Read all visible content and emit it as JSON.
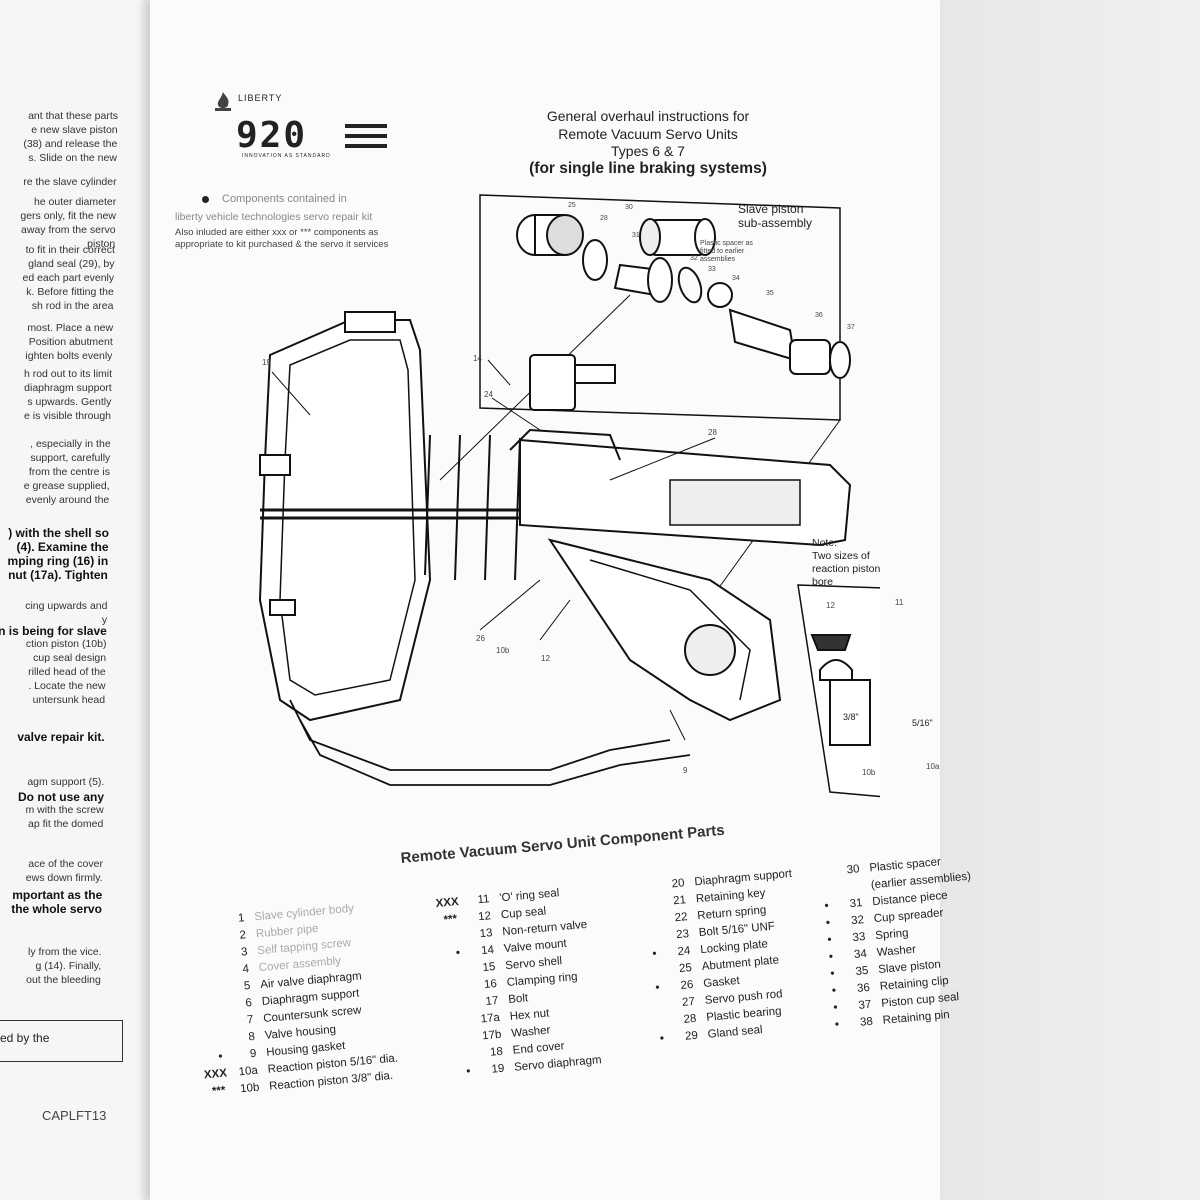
{
  "left_page_fragments": [
    "ant that these parts",
    "e new slave piston",
    "(38) and release the",
    "s.  Slide on the new",
    "re the slave cylinder",
    "he outer diameter",
    "gers only, fit the new",
    "away from the servo",
    "piston",
    "to fit in their correct",
    "gland seal (29), by",
    "ed each part evenly",
    "k.  Before fitting the",
    "sh rod in the area",
    "most.  Place a new",
    "Position abutment",
    "ighten bolts evenly",
    "h rod out to its limit",
    "diaphragm support",
    "s upwards.  Gently",
    "e is visible through",
    ", especially in the",
    "support, carefully",
    "from the centre is",
    "e grease supplied,",
    "evenly around the",
    ") with the shell so",
    "(4).  Examine the",
    "mping ring (16) in",
    "nut (17a).  Tighten",
    "cing upwards and",
    "y",
    "n is being for slave",
    "ction piston (10b)",
    "cup seal design",
    "rilled head of the",
    ".  Locate the new",
    "untersunk head",
    "valve repair kit.",
    "agm support (5).",
    "Do not use any",
    "m with the screw",
    "ap fit the domed",
    "ace of the cover",
    "ews down firmly.",
    "mportant as the",
    "the whole servo",
    "ly from the vice.",
    "g (14).  Finally,",
    "out the bleeding",
    "ed by the"
  ],
  "logo": {
    "brand": "LIBERTY",
    "mark": "920",
    "tagline": "INNOVATION AS STANDARD"
  },
  "title": {
    "line1": "General overhaul instructions for",
    "line2": "Remote Vacuum Servo Units",
    "line3": "Types 6 & 7",
    "line4": "(for single line braking systems)"
  },
  "legend": {
    "line1": "Components contained in",
    "line2": "liberty vehicle technologies servo repair kit",
    "line3": "Also inluded are either xxx or *** components as",
    "line4": "appropriate to kit purchased & the servo it services"
  },
  "subassembly": {
    "label1": "Slave piston",
    "label2": "sub-assembly",
    "spacer_note1": "Plastic spacer as",
    "spacer_note2": "fitted to earlier",
    "spacer_note3": "assemblies"
  },
  "bore_note": {
    "line1": "Note:",
    "line2": "Two sizes of",
    "line3": "reaction piston",
    "line4": "bore",
    "size_a": "3/8\"",
    "size_b": "5/16\""
  },
  "callouts": [
    "25",
    "28",
    "30",
    "31",
    "32",
    "33",
    "34",
    "35",
    "36",
    "37",
    "19",
    "14",
    "24",
    "28",
    "26",
    "10b",
    "12",
    "9",
    "12",
    "11",
    "10b",
    "10a"
  ],
  "parts_title": "Remote Vacuum Servo Unit Component Parts",
  "parts_col1": [
    {
      "mark": "",
      "num": "1",
      "name": "Slave cylinder body"
    },
    {
      "mark": "",
      "num": "2",
      "name": "Rubber pipe"
    },
    {
      "mark": "",
      "num": "3",
      "name": "Self tapping screw"
    },
    {
      "mark": "",
      "num": "4",
      "name": "Cover assembly"
    },
    {
      "mark": "",
      "num": "5",
      "name": "Air valve diaphragm"
    },
    {
      "mark": "",
      "num": "6",
      "name": "Diaphragm support"
    },
    {
      "mark": "",
      "num": "7",
      "name": "Countersunk screw"
    },
    {
      "mark": "",
      "num": "8",
      "name": "Valve housing"
    },
    {
      "mark": "•",
      "num": "9",
      "name": "Housing gasket"
    },
    {
      "mark": "XXX",
      "num": "10a",
      "name": "Reaction piston 5/16\" dia."
    },
    {
      "mark": "***",
      "num": "10b",
      "name": "Reaction piston 3/8\" dia."
    }
  ],
  "parts_col2": [
    {
      "mark": "XXX",
      "num": "11",
      "name": "'O' ring seal"
    },
    {
      "mark": "***",
      "num": "12",
      "name": "Cup seal"
    },
    {
      "mark": "",
      "num": "13",
      "name": "Non-return valve"
    },
    {
      "mark": "•",
      "num": "14",
      "name": "Valve mount"
    },
    {
      "mark": "",
      "num": "15",
      "name": "Servo shell"
    },
    {
      "mark": "",
      "num": "16",
      "name": "Clamping ring"
    },
    {
      "mark": "",
      "num": "17",
      "name": "Bolt"
    },
    {
      "mark": "",
      "num": "17a",
      "name": "Hex nut"
    },
    {
      "mark": "",
      "num": "17b",
      "name": "Washer"
    },
    {
      "mark": "",
      "num": "18",
      "name": "End cover"
    },
    {
      "mark": "•",
      "num": "19",
      "name": "Servo diaphragm"
    }
  ],
  "parts_col3": [
    {
      "mark": "",
      "num": "20",
      "name": "Diaphragm support"
    },
    {
      "mark": "",
      "num": "21",
      "name": "Retaining key"
    },
    {
      "mark": "",
      "num": "22",
      "name": "Return spring"
    },
    {
      "mark": "",
      "num": "23",
      "name": "Bolt 5/16\" UNF"
    },
    {
      "mark": "•",
      "num": "24",
      "name": "Locking plate"
    },
    {
      "mark": "",
      "num": "25",
      "name": "Abutment plate"
    },
    {
      "mark": "•",
      "num": "26",
      "name": "Gasket"
    },
    {
      "mark": "",
      "num": "27",
      "name": "Servo push rod"
    },
    {
      "mark": "",
      "num": "28",
      "name": "Plastic bearing"
    },
    {
      "mark": "•",
      "num": "29",
      "name": "Gland seal"
    }
  ],
  "parts_col4": [
    {
      "mark": "",
      "num": "30",
      "name": "Plastic spacer"
    },
    {
      "mark": "",
      "num": "",
      "name": "(earlier assemblies)"
    },
    {
      "mark": "•",
      "num": "31",
      "name": "Distance piece"
    },
    {
      "mark": "•",
      "num": "32",
      "name": "Cup spreader"
    },
    {
      "mark": "•",
      "num": "33",
      "name": "Spring"
    },
    {
      "mark": "•",
      "num": "34",
      "name": "Washer"
    },
    {
      "mark": "•",
      "num": "35",
      "name": "Slave piston"
    },
    {
      "mark": "•",
      "num": "36",
      "name": "Retaining clip"
    },
    {
      "mark": "•",
      "num": "37",
      "name": "Piston cup seal"
    },
    {
      "mark": "•",
      "num": "38",
      "name": "Retaining pin"
    }
  ],
  "doc_code": "CAPLFT13"
}
